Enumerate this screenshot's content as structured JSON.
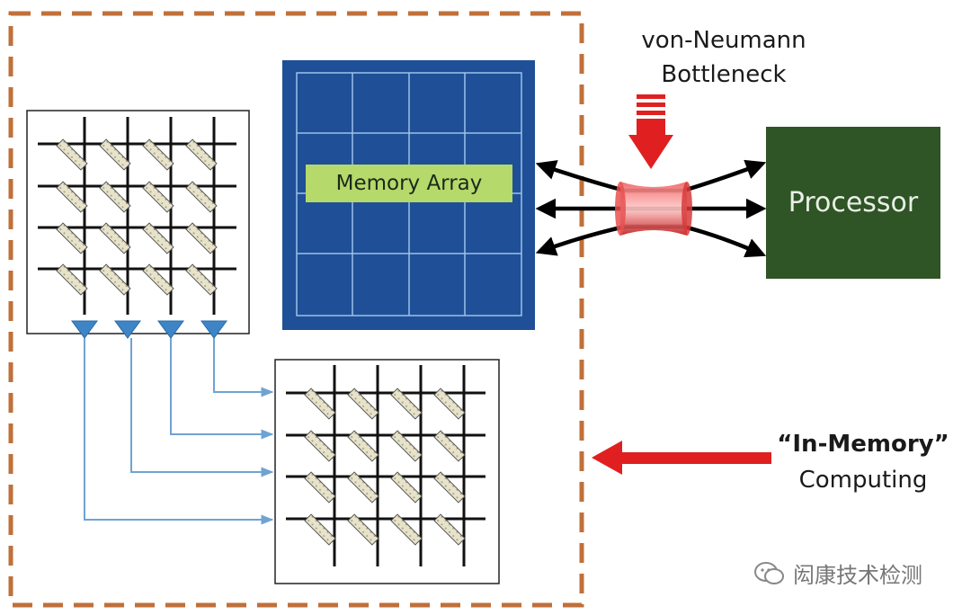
{
  "memory_array": {
    "label": "Memory Array"
  },
  "processor": {
    "label": "Processor"
  },
  "bottleneck": {
    "line1": "von-Neumann",
    "line2": "Bottleneck"
  },
  "in_memory": {
    "line1": "“In-Memory”",
    "line2": "Computing"
  },
  "watermark": {
    "text": "闳康技术检测",
    "icon": "wechat-icon"
  },
  "colors": {
    "dashed_border": "#c0703a",
    "memory_array_fill": "#1f4f96",
    "memory_label_fill": "#b5d96a",
    "processor_fill": "#2f5426",
    "bottleneck_red": "#e02020",
    "connector_blue": "#6ea3d4"
  }
}
